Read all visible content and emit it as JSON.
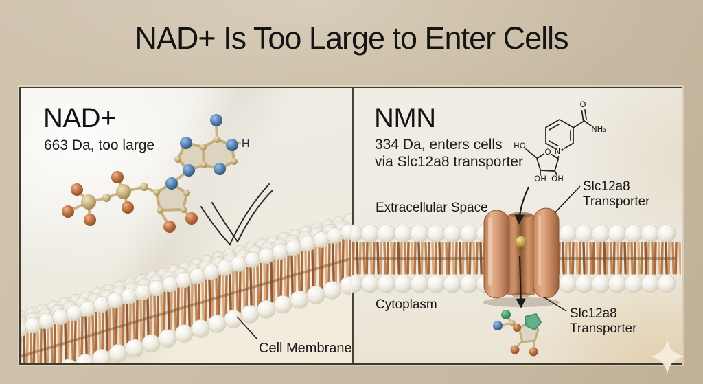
{
  "title": "NAD+ Is Too Large to Enter Cells",
  "left_panel": {
    "heading": "NAD+",
    "subheading": "663 Da, too large",
    "membrane_label": "Cell Membrane",
    "adenine_h_label": "H"
  },
  "right_panel": {
    "heading": "NMN",
    "subheading_line1": "334 Da, enters cells",
    "subheading_line2": "via Slc12a8 transporter",
    "extracellular_label": "Extracellular Space",
    "cytoplasm_label": "Cytoplasm",
    "transporter_label_top": {
      "line1": "Slc12a8",
      "line2": "Transporter"
    },
    "transporter_label_bottom": {
      "line1": "Slc12a8",
      "line2": "Transporter"
    },
    "chem_labels": {
      "amide_o": "O",
      "amide_nh2": "NH₂",
      "ring_n": "N⁺",
      "ho": "HO",
      "ring_o": "O",
      "oh_left": "OH",
      "oh_right": "OH"
    }
  },
  "colors": {
    "background_beige": "#c9bca4",
    "panel_offwhite": "#efece3",
    "panel_border": "#3e3a30",
    "membrane_tail_copper": "#c08456",
    "lipid_head_white": "#f2efe7",
    "transporter_copper": "#cf9271",
    "cargo_gold": "#c9ae55",
    "nitrogen_blue": "#5c88b8",
    "oxygen_copper": "#c57948",
    "text_black": "#161616"
  },
  "icons": {
    "corner_sparkle": "four-pointed-star-icon"
  }
}
